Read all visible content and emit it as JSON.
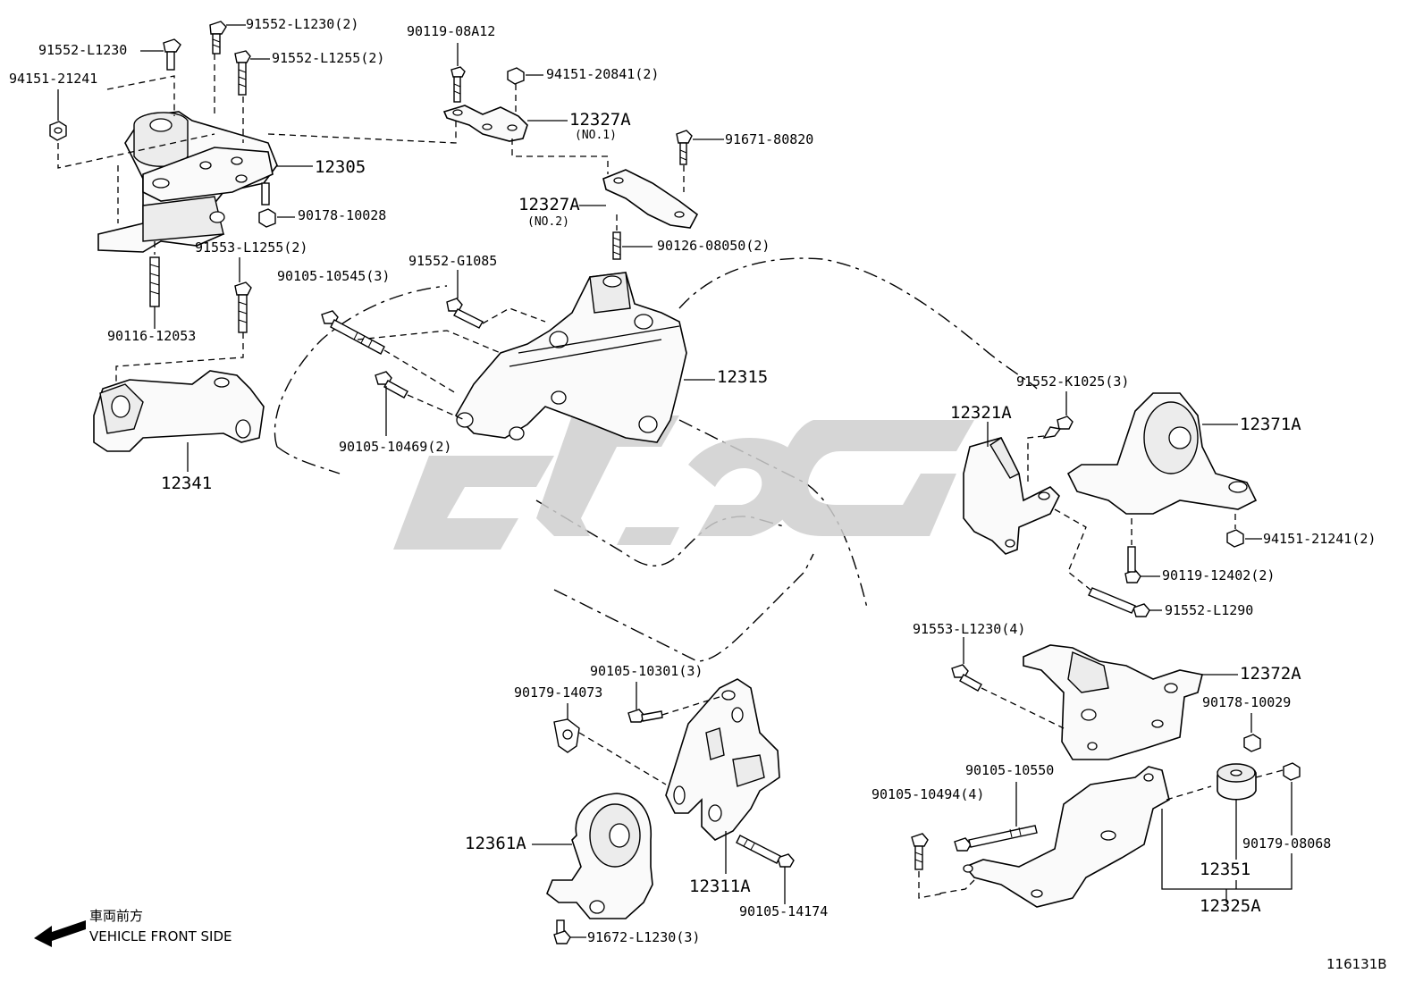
{
  "diagram_id": "116131B",
  "front_side": {
    "japanese": "車両前方",
    "english": "VEHICLE FRONT SIDE"
  },
  "watermark_icon": "brand-logo-watermark",
  "labels": {
    "p91552_L1230_2": "91552-L1230(2)",
    "p91552_L1230": "91552-L1230",
    "p91552_L1255_2": "91552-L1255(2)",
    "p94151_21241": "94151-21241",
    "p90119_08A12": "90119-08A12",
    "p94151_20841_2": "94151-20841(2)",
    "p12327A_no1": "12327A",
    "p12327A_no1_sub": "(NO.1)",
    "p91671_80820": "91671-80820",
    "p12305": "12305",
    "p90178_10028": "90178-10028",
    "p12327A_no2": "12327A",
    "p12327A_no2_sub": "(NO.2)",
    "p90126_08050_2": "90126-08050(2)",
    "p91553_L1255_2": "91553-L1255(2)",
    "p90105_10545_3": "90105-10545(3)",
    "p91552_G1085": "91552-G1085",
    "p90116_12053": "90116-12053",
    "p12315": "12315",
    "p91552_K1025_3": "91552-K1025(3)",
    "p12321A": "12321A",
    "p12371A": "12371A",
    "p90105_10469_2": "90105-10469(2)",
    "p12341": "12341",
    "p94151_21241_2": "94151-21241(2)",
    "p90119_12402_2": "90119-12402(2)",
    "p91552_L1290": "91552-L1290",
    "p91553_L1230_4": "91553-L1230(4)",
    "p12372A": "12372A",
    "p90105_10301_3": "90105-10301(3)",
    "p90179_14073": "90179-14073",
    "p90178_10029": "90178-10029",
    "p90105_10550": "90105-10550",
    "p90105_10494_4": "90105-10494(4)",
    "p12361A": "12361A",
    "p12311A": "12311A",
    "p90179_08068": "90179-08068",
    "p12351": "12351",
    "p90105_14174": "90105-14174",
    "p12325A": "12325A",
    "p91672_L1230_3": "91672-L1230(3)"
  }
}
